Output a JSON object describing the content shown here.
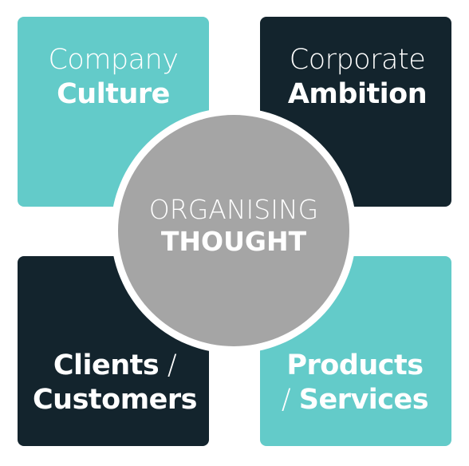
{
  "quadrants": {
    "top_left": {
      "line1": "Company",
      "line2": "Culture",
      "color": "#63cbc9"
    },
    "top_right": {
      "line1": "Corporate",
      "line2": "Ambition",
      "color": "#13242d"
    },
    "bottom_left": {
      "line1_bold": "Clients",
      "line1_slash": " /",
      "line2": "Customers",
      "color": "#13242d"
    },
    "bottom_right": {
      "line1": "Products",
      "line2_slash": "/ ",
      "line2": "Services",
      "color": "#63cbc9"
    }
  },
  "center": {
    "line1": "ORGANISING",
    "line2": "THOUGHT",
    "color": "#a5a5a5"
  }
}
